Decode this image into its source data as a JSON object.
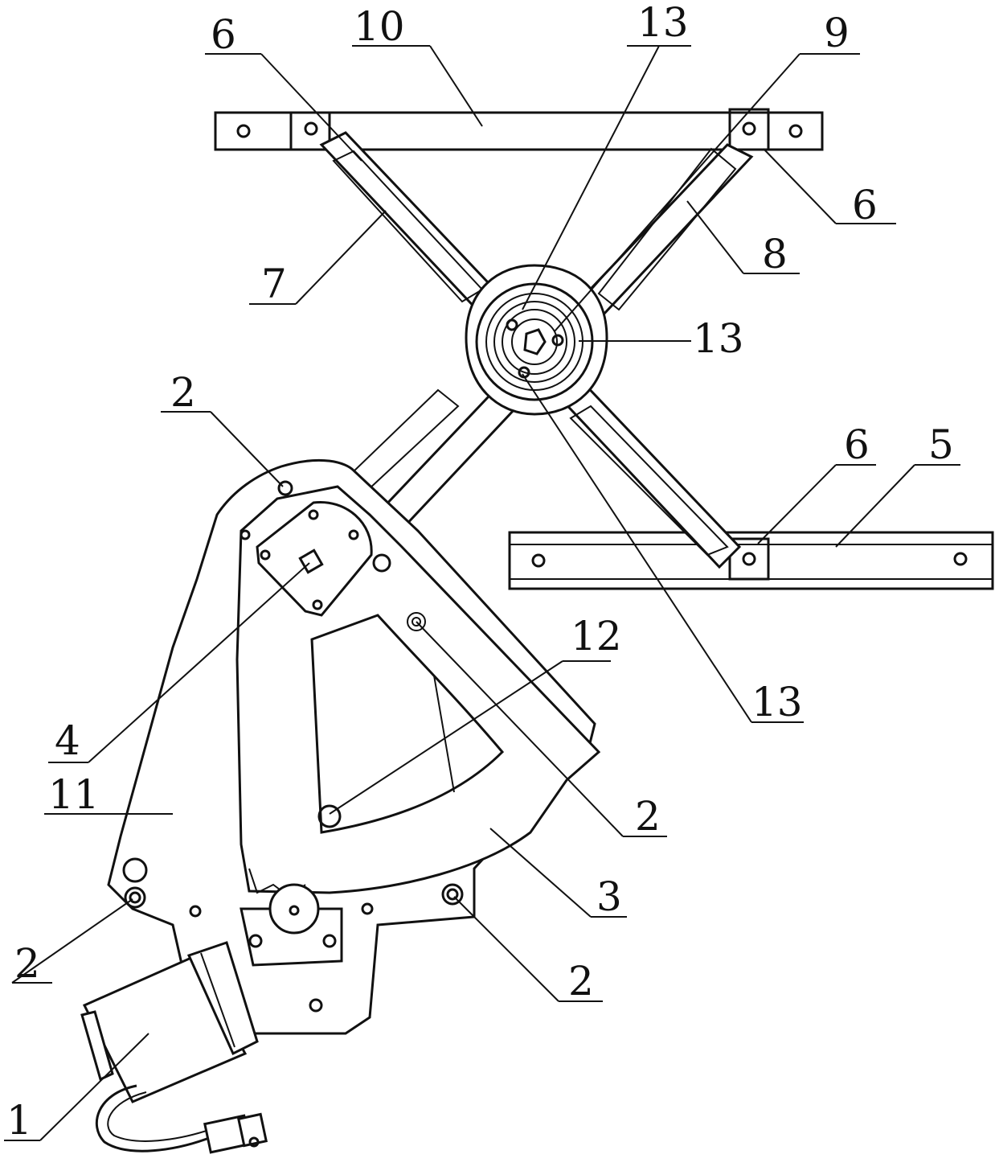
{
  "labels": {
    "l1": "1",
    "l2a": "2",
    "l2b": "2",
    "l2c": "2",
    "l2d": "2",
    "l3": "3",
    "l4": "4",
    "l5": "5",
    "l6a": "6",
    "l6b": "6",
    "l6c": "6",
    "l7": "7",
    "l8": "8",
    "l9": "9",
    "l10": "10",
    "l11": "11",
    "l12": "12",
    "l13a": "13",
    "l13b": "13",
    "l13c": "13"
  }
}
